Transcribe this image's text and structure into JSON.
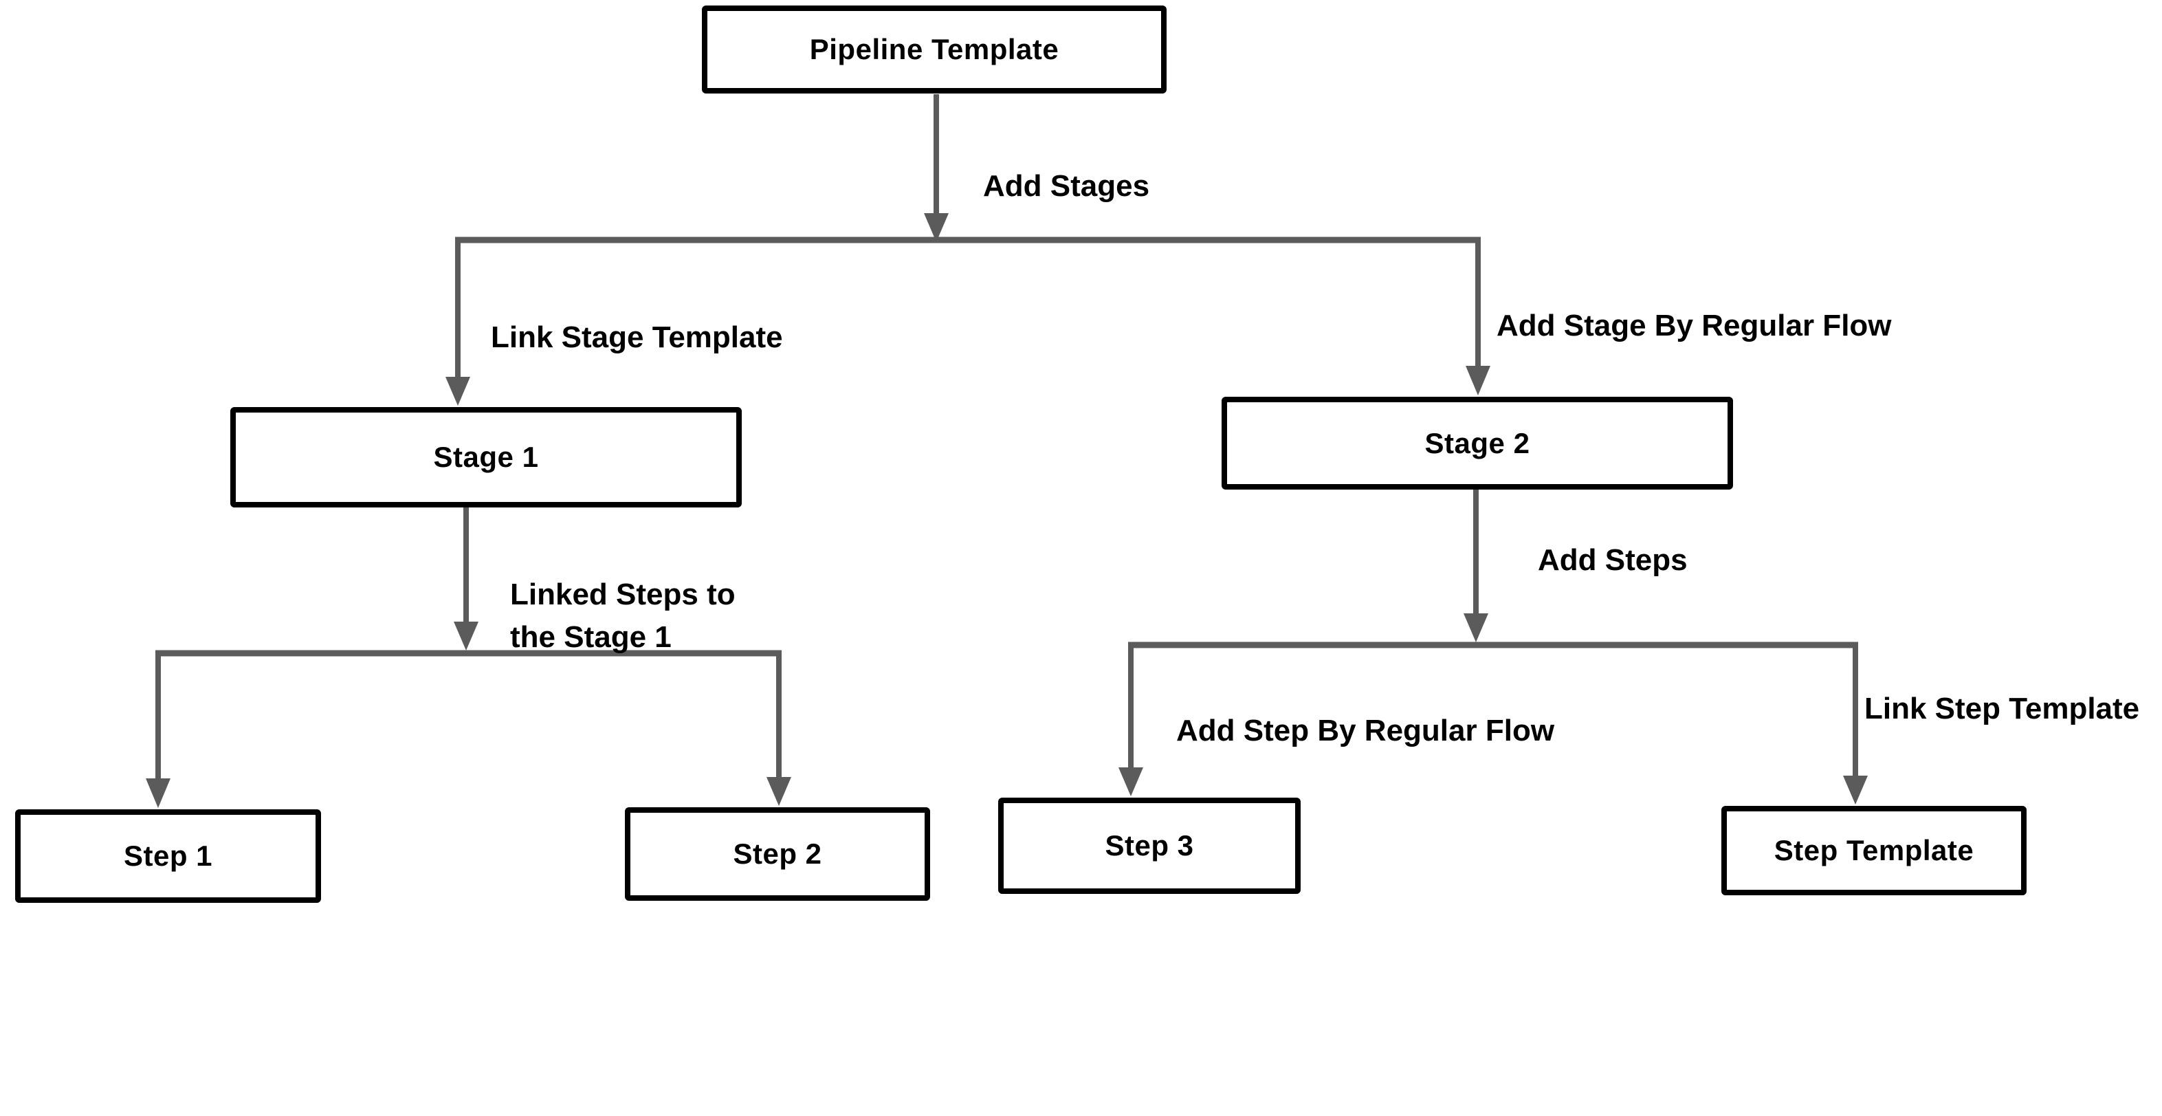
{
  "diagram": {
    "title": "Pipeline Template flowchart",
    "colors": {
      "background": "#ffffff",
      "connector": "#5b5b5b",
      "node_border": "#000000",
      "text": "#000000"
    },
    "nodes": {
      "pipeline_template": {
        "label": "Pipeline Template"
      },
      "stage1": {
        "label": "Stage 1"
      },
      "stage2": {
        "label": "Stage 2"
      },
      "step1": {
        "label": "Step 1"
      },
      "step2": {
        "label": "Step 2"
      },
      "step3": {
        "label": "Step 3"
      },
      "step_template": {
        "label": "Step Template"
      }
    },
    "edge_labels": {
      "add_stages": "Add Stages",
      "link_stage_template": "Link Stage Template",
      "add_stage_by_regular_flow": "Add Stage By Regular Flow",
      "linked_steps_to_stage1": "Linked Steps to\nthe Stage 1",
      "add_steps": "Add Steps",
      "add_step_by_regular_flow": "Add Step By Regular Flow",
      "link_step_template": "Link Step Template"
    },
    "edges": [
      {
        "from": "pipeline_template",
        "to": "stage1",
        "label": "Add Stages + Link Stage Template"
      },
      {
        "from": "pipeline_template",
        "to": "stage2",
        "label": "Add Stages + Add Stage By Regular Flow"
      },
      {
        "from": "stage1",
        "to": "step1",
        "label": "Linked Steps to the Stage 1"
      },
      {
        "from": "stage1",
        "to": "step2",
        "label": "Linked Steps to the Stage 1"
      },
      {
        "from": "stage2",
        "to": "step3",
        "label": "Add Steps + Add Step By Regular Flow"
      },
      {
        "from": "stage2",
        "to": "step_template",
        "label": "Add Steps + Link Step Template"
      }
    ]
  }
}
